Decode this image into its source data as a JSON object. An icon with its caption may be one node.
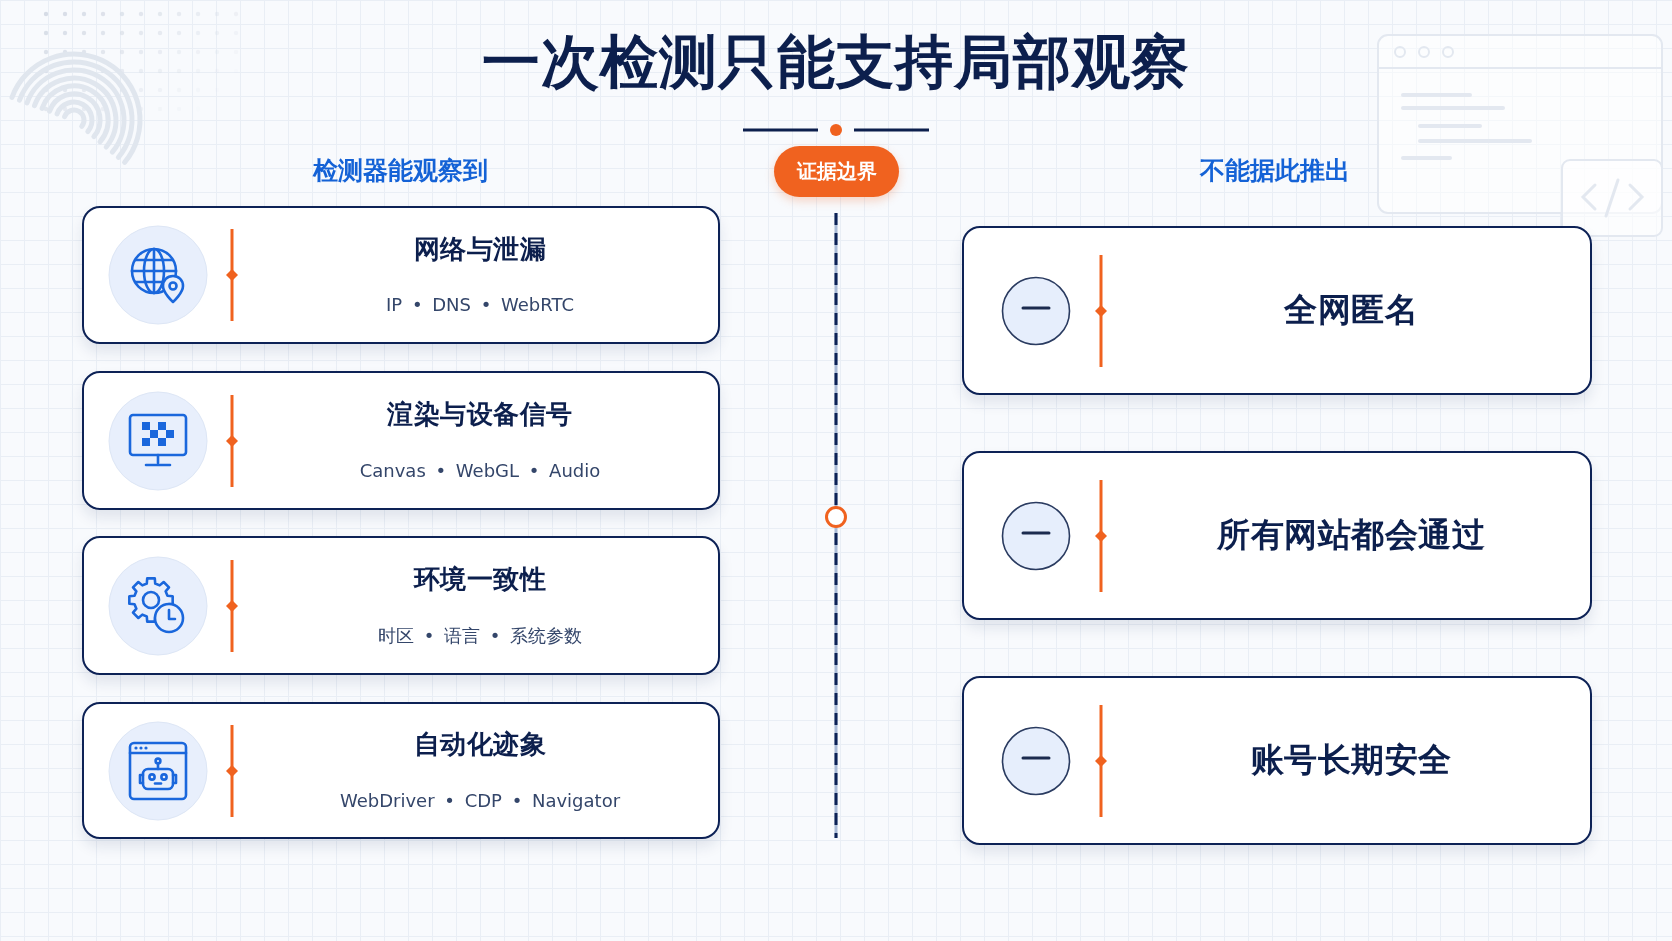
{
  "diagram": {
    "title": "一次检测只能支持局部观察",
    "nodes": [
      {
        "text": [
          "证据边界"
        ]
      },
      {
        "text": [
          "网络与泄漏",
          "IP • DNS • WebRTC"
        ]
      },
      {
        "text": [
          "渲染与设备信号",
          "Canvas • WebGL • Audio"
        ]
      },
      {
        "text": [
          "环境一致性",
          "时区 • 语言 • 系统参数"
        ]
      },
      {
        "text": [
          "自动化迹象",
          "WebDriver • CDP • Navigator"
        ]
      },
      {
        "text": [
          "全网匿名"
        ]
      },
      {
        "text": [
          "所有网站都会通过"
        ]
      },
      {
        "text": [
          "账号长期安全"
        ]
      }
    ],
    "labels": [
      "检测器能观察到",
      "不能据此推出"
    ]
  }
}
